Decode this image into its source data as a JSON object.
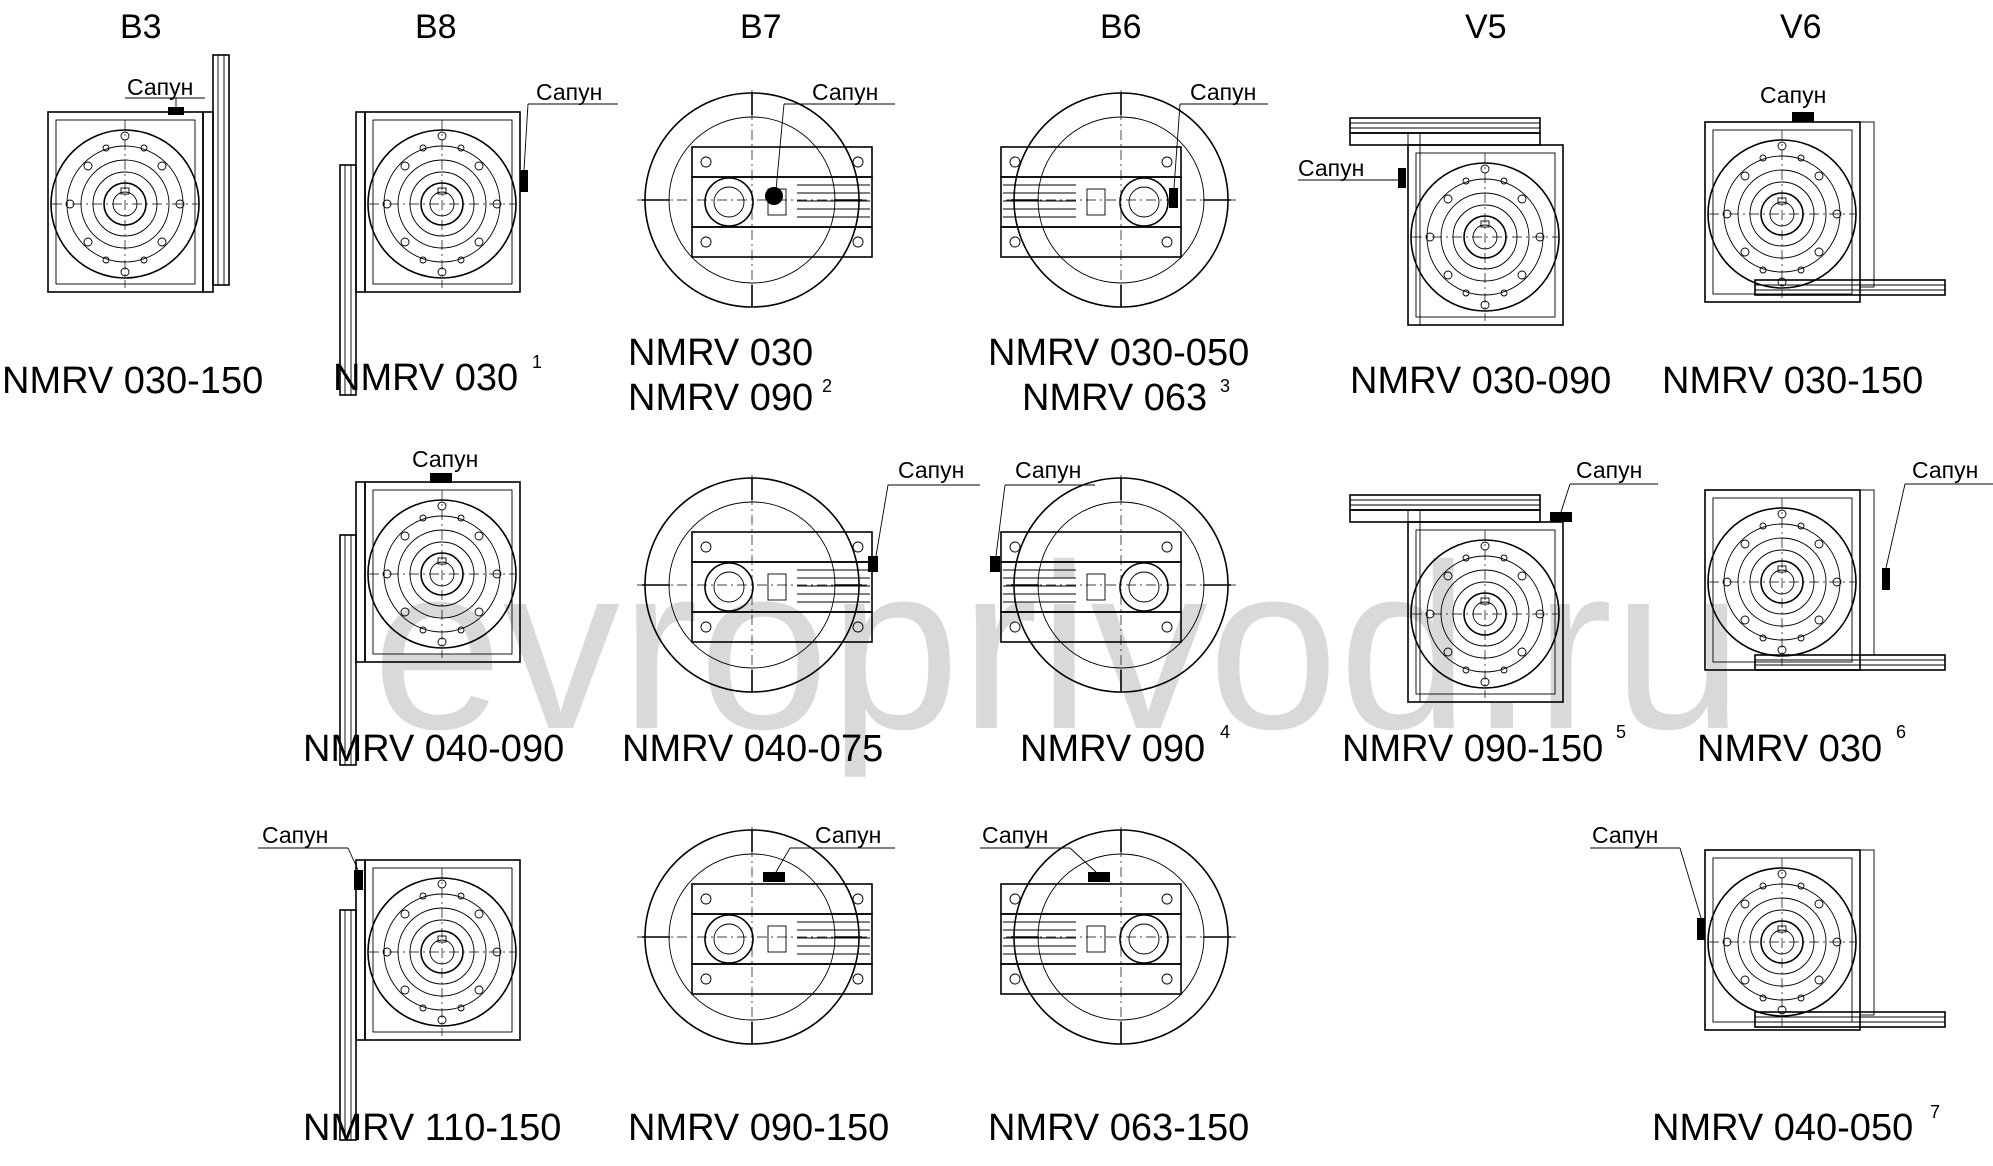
{
  "watermark": "evroprivod.ru",
  "breather_label": "Сапун",
  "columns": [
    "B3",
    "B8",
    "B7",
    "B6",
    "V5",
    "V6"
  ],
  "diagrams": [
    {
      "id": "b3-r1",
      "model": "NMRV 030-150",
      "sup": ""
    },
    {
      "id": "b8-r1",
      "model": "NMRV 030",
      "sup": "1"
    },
    {
      "id": "b7-r1",
      "model": "NMRV 030",
      "model2": "NMRV 090",
      "sup": "2"
    },
    {
      "id": "b6-r1",
      "model": "NMRV 030-050",
      "model2": "NMRV 063",
      "sup": "3"
    },
    {
      "id": "v5-r1",
      "model": "NMRV 030-090",
      "sup": ""
    },
    {
      "id": "v6-r1",
      "model": "NMRV 030-150",
      "sup": ""
    },
    {
      "id": "b8-r2",
      "model": "NMRV 040-090",
      "sup": ""
    },
    {
      "id": "b7-r2",
      "model": "NMRV 040-075",
      "sup": ""
    },
    {
      "id": "b6-r2",
      "model": "NMRV 090",
      "sup": "4"
    },
    {
      "id": "v5-r2",
      "model": "NMRV 090-150",
      "sup": "5"
    },
    {
      "id": "v6-r2",
      "model": "NMRV 030",
      "sup": "6"
    },
    {
      "id": "b8-r3",
      "model": "NMRV 110-150",
      "sup": ""
    },
    {
      "id": "b7-r3",
      "model": "NMRV 090-150",
      "sup": ""
    },
    {
      "id": "b6-r3",
      "model": "NMRV 063-150",
      "sup": ""
    },
    {
      "id": "v6-r3",
      "model": "NMRV 040-050",
      "sup": "7"
    }
  ]
}
